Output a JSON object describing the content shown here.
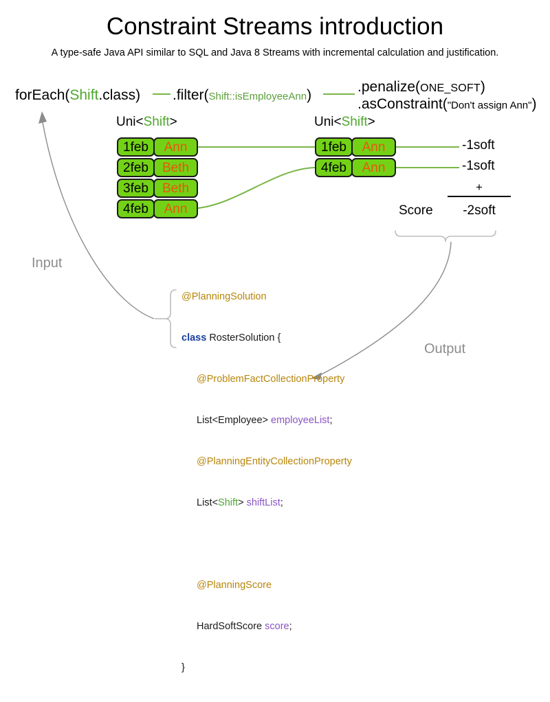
{
  "header": {
    "title": "Constraint Streams introduction",
    "subtitle": "A type-safe Java API similar to SQL and Java 8 Streams with incremental calculation and justification."
  },
  "pipeline": {
    "for_each": {
      "prefix": "forEach(",
      "type": "Shift",
      "suffix": ".class)"
    },
    "filter": {
      "prefix": ".filter(",
      "ref": "Shift::isEmployeeAnn",
      "suffix": ")"
    },
    "penalize": {
      "prefix": ".penalize(",
      "arg": "ONE_SOFT",
      "suffix": ")"
    },
    "as_constraint": {
      "prefix": ".asConstraint(",
      "arg": "\"Don't assign Ann\"",
      "suffix": ")"
    }
  },
  "streams": {
    "left": {
      "label_prefix": "Uni<",
      "label_type": "Shift",
      "label_suffix": ">",
      "rows": [
        {
          "date": "1feb",
          "name": "Ann"
        },
        {
          "date": "2feb",
          "name": "Beth"
        },
        {
          "date": "3feb",
          "name": "Beth"
        },
        {
          "date": "4feb",
          "name": "Ann"
        }
      ]
    },
    "right": {
      "label_prefix": "Uni<",
      "label_type": "Shift",
      "label_suffix": ">",
      "rows": [
        {
          "date": "1feb",
          "name": "Ann",
          "score": "-1soft"
        },
        {
          "date": "4feb",
          "name": "Ann",
          "score": "-1soft"
        }
      ]
    }
  },
  "score": {
    "label": "Score",
    "operator": "+",
    "total": "-2soft"
  },
  "flow": {
    "input_label": "Input",
    "output_label": "Output"
  },
  "code": {
    "lines": [
      {
        "ann": "@PlanningSolution"
      },
      {
        "kw": "class",
        "rest": " RosterSolution {"
      },
      {
        "ann": "@ProblemFactCollectionProperty",
        "indent": 1
      },
      {
        "type": "List<Employee> ",
        "field": "employeeList",
        "tail": ";",
        "indent": 1
      },
      {
        "ann": "@PlanningEntityCollectionProperty",
        "indent": 1
      },
      {
        "type_pre": "List<",
        "type_green": "Shift",
        "type_post": "> ",
        "field": "shiftList",
        "tail": ";",
        "indent": 1
      },
      {
        "blank": true
      },
      {
        "ann": "@PlanningScore",
        "indent": 1
      },
      {
        "type": "HardSoftScore ",
        "field": "score",
        "tail": ";",
        "indent": 1
      },
      {
        "rest": "}"
      }
    ]
  },
  "colors": {
    "box_fill": "#73d216",
    "box_border": "#1a1a1a",
    "name_text": "#e8570d",
    "stream_line": "#7ab648",
    "type_green": "#4ea72e",
    "annotation": "#b8860b",
    "keyword": "#1b3fa0",
    "field": "#8a55c4",
    "flow_arrow": "#8c8c8c",
    "brace": "#bdbdbd"
  }
}
